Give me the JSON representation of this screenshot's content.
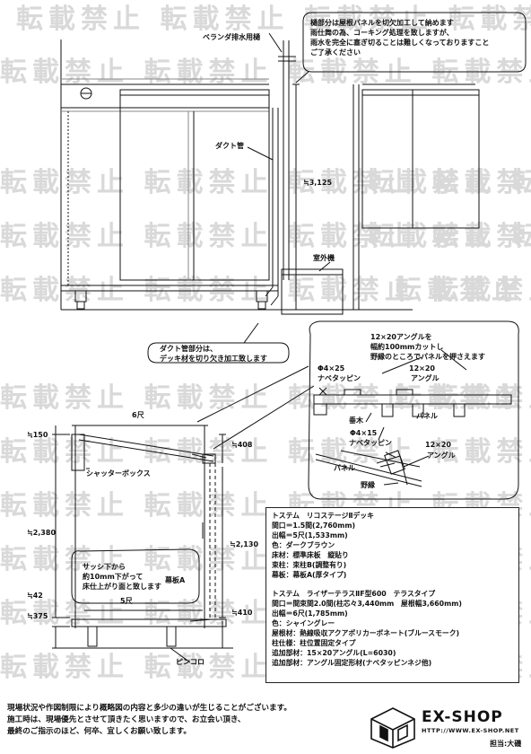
{
  "watermark": "転載禁止 転載禁止 転載禁止 転載禁止",
  "notes": {
    "gutter": [
      "樋部分は屋根パネルを切欠加工して納めます",
      "雨仕舞の為、コーキング処理を致しますが、",
      "雨水を完全に塞ぎ切ることは難しくなっておりますこと",
      "ご了承ください"
    ],
    "duct": [
      "ダクト管部分は、",
      "デッキ材を切り欠き加工致します"
    ],
    "angle": [
      "12×20アングルを",
      "幅約100mmカットし",
      "野縁のところでパネルを押さえます"
    ],
    "sash": [
      "サッシ下から",
      "約10mm下がって",
      "床仕上がり面と致します"
    ]
  },
  "labels": {
    "drain": "ベランダ排水用樋",
    "duct": "ダクト管",
    "outdoor_unit": "室外機",
    "shutter_box": "シャッターボックス",
    "fascia": "幕板A",
    "pinkoro": "ピンコロ"
  },
  "detail": {
    "pin1_size": "Φ4×25",
    "pin1_name": "ナベタッピン",
    "pin2_size": "Φ4×15",
    "pin2_name": "ナベタッピン",
    "angle_size": "12×20",
    "angle": "アングル",
    "joist": "垂木",
    "panel": "パネル",
    "rafter": "野縁"
  },
  "dims": {
    "total_height": "≒3,125",
    "width_top": "6尺",
    "width_bottom": "5尺",
    "d150": "≒150",
    "d408": "≒408",
    "d2380": "≒2,380",
    "d2130": "≒2,130",
    "d42": "≒42",
    "d375": "≒375",
    "d410": "≒410"
  },
  "spec": {
    "deck": [
      "トステム　リコステージⅡデッキ",
      "間口＝1.5間(2,760mm)",
      "出幅＝5尺(1,533mm)",
      "色：ダークブラウン",
      "床材：標準床板　縦貼り",
      "束柱：束柱B(調整有り)",
      "幕板：幕板A(厚タイプ)"
    ],
    "terrace": [
      "トステム　ライザーテラスⅡF型600　テラスタイプ",
      "間口＝間束間2.0間(柱芯々3,440mm　屋根幅3,660mm)",
      "出幅＝6尺(1,785mm)",
      "色：シャイングレー",
      "屋根材：熱線吸収アクアポリカーボネート(ブルースモーク)",
      "柱仕様：柱位置固定タイプ",
      "追加部材：15×20アングル(L=6030)",
      "追加部材：アングル固定形材(ナベタッピンネジ他)"
    ]
  },
  "footer": [
    "現場状況や作図制限により概略図の内容と多少の違いが生じることがございます。",
    "施工時は、現場優先とさせて頂きたく思いますので、お立会い頂き、",
    "最終のご指示のほど、何卒、宜しくお願い致します。"
  ],
  "logo": {
    "brand": "EX-SHOP",
    "url": "HTTP://WWW.EX-SHOP.NET",
    "staff": "担当:大磯"
  }
}
